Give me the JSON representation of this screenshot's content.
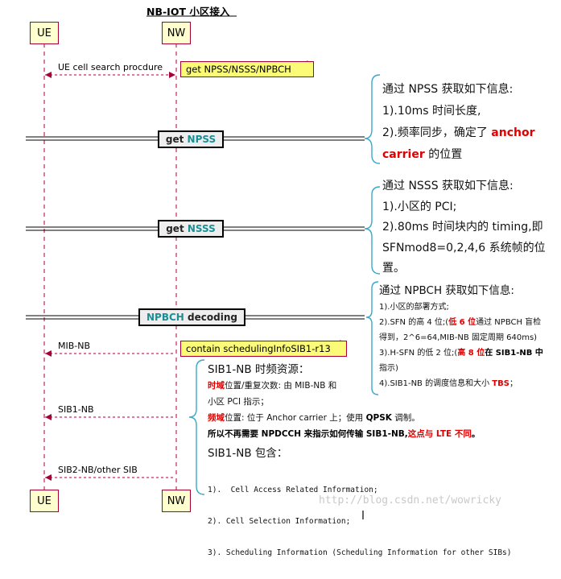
{
  "title": "NB-IOT 小区接入",
  "participants": {
    "ue": "UE",
    "nw": "NW"
  },
  "messages": {
    "search": "UE cell search procdure",
    "mib": "MIB-NB",
    "sib1": "SIB1-NB",
    "sib2": "SIB2-NB/other SIB"
  },
  "notes": {
    "search": "get NPSS/NSSS/NPBCH",
    "mib": "contain schedulingInfoSIB1-r13"
  },
  "dividers": {
    "npss": {
      "prefix": "get ",
      "name": "NPSS",
      "suffix": ""
    },
    "nsss": {
      "prefix": "get ",
      "name": "NSSS",
      "suffix": ""
    },
    "npbch": {
      "prefix": "",
      "name": "NPBCH",
      "suffix": " decoding"
    }
  },
  "npss_info": {
    "heading": "通过 NPSS 获取如下信息:",
    "line1": "1).10ms 时间长度,",
    "line2": "2).频率同步，确定了",
    "line2_red": "anchor",
    "line3_red": "carrier",
    "line3": " 的位置"
  },
  "nsss_info": {
    "heading": "通过 NSSS 获取如下信息:",
    "line1": "1).小区的 PCI;",
    "line2": "2).80ms 时间块内的 timing,即",
    "line3": "SFNmod8=0,2,4,6 系统帧的位",
    "line4": "置。"
  },
  "npbch_info": {
    "heading": "通过 NPBCH 获取如下信息:",
    "line1": "1).小区的部署方式;",
    "line2a": "2).SFN 的高 4 位;(",
    "line2_red": "低 6 位",
    "line2b": "通过 NPBCH 盲检",
    "line3": "得到，2^6=64,MIB-NB 固定周期 640ms)",
    "line4a": "3).H-SFN 的低 2 位;(",
    "line4_red": "高 8 位",
    "line4_bold": "在 SIB1-NB 中",
    "line5": "指示)",
    "line6a": "4).SIB1-NB 的调度信息和大小 ",
    "line6_red": "TBS",
    "line6b": "；"
  },
  "sib1_info": {
    "heading": "SIB1-NB 时频资源：",
    "line1_red": "时域",
    "line1": "位置/重复次数: 由 MIB-NB 和",
    "line2": "小区 PCI 指示；",
    "line3_red": "频域",
    "line3a": "位置: 位于 Anchor carrier 上；使用 ",
    "line3_bold": "QPSK",
    "line3b": " 调制。",
    "line4_bold": "所以不再需要 NPDCCH 来指示如何传输 SIB1-NB,",
    "line4_red": "这点与 LTE 不同",
    "line4_end": "。",
    "heading2": "SIB1-NB 包含：",
    "item1": "1).  Cell Access Related Information;",
    "item2": "2). Cell Selection Information;",
    "item3": "3). Scheduling Information (Scheduling Information for other SIBs)"
  },
  "watermark": "http://blog.csdn.net/wowricky",
  "colors": {
    "participant_border": "#a80036",
    "note_fill": "#fbfb77",
    "brace": "#3aa9c9",
    "red": "#e00000",
    "teal": "#1a8f95"
  }
}
